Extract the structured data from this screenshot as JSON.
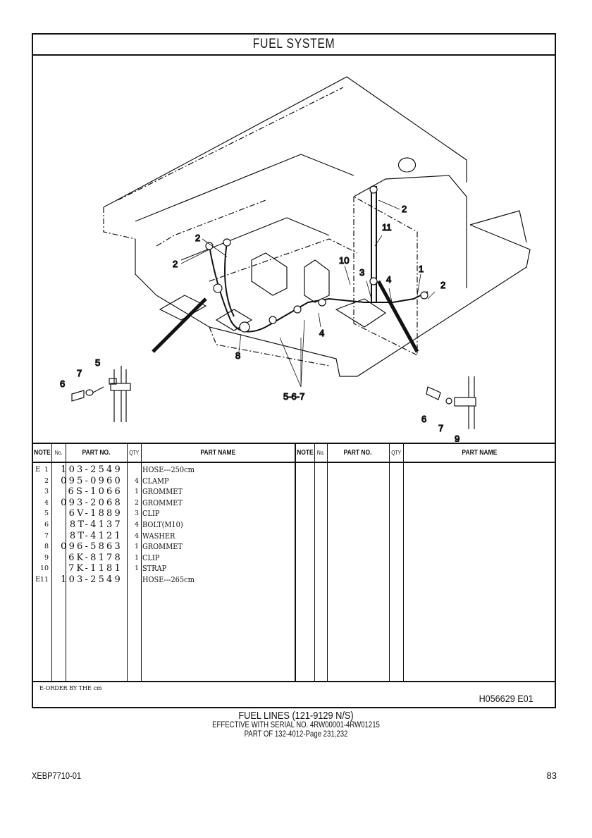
{
  "page_title": "FUEL SYSTEM",
  "diagram": {
    "callouts": [
      "2",
      "2",
      "2",
      "2",
      "11",
      "10",
      "3",
      "4",
      "1",
      "4",
      "8",
      "5-6-7",
      "5",
      "6",
      "7",
      "6",
      "7",
      "9"
    ]
  },
  "table": {
    "headers": {
      "note": "NOTE",
      "no": "No.",
      "part_no": "PART NO.",
      "qty": "QTY",
      "part_name": "PART NAME"
    },
    "rows": [
      {
        "note": "E",
        "no": "1",
        "part_no": "103-2549",
        "qty": "",
        "part_name": "HOSE---250cm"
      },
      {
        "note": "",
        "no": "2",
        "part_no": "095-0960",
        "qty": "4",
        "part_name": "CLAMP"
      },
      {
        "note": "",
        "no": "3",
        "part_no": "6S-1066",
        "qty": "1",
        "part_name": "GROMMET"
      },
      {
        "note": "",
        "no": "4",
        "part_no": "093-2068",
        "qty": "2",
        "part_name": "GROMMET"
      },
      {
        "note": "",
        "no": "5",
        "part_no": "6V-1889",
        "qty": "3",
        "part_name": "CLIP"
      },
      {
        "note": "",
        "no": "6",
        "part_no": "8T-4137",
        "qty": "4",
        "part_name": "BOLT(M10)"
      },
      {
        "note": "",
        "no": "7",
        "part_no": "8T-4121",
        "qty": "4",
        "part_name": "WASHER"
      },
      {
        "note": "",
        "no": "8",
        "part_no": "096-5863",
        "qty": "1",
        "part_name": "GROMMET"
      },
      {
        "note": "",
        "no": "9",
        "part_no": "6K-8178",
        "qty": "1",
        "part_name": "CLIP"
      },
      {
        "note": "",
        "no": "10",
        "part_no": "7K-1181",
        "qty": "1",
        "part_name": "STRAP"
      },
      {
        "note": "E",
        "no": "11",
        "part_no": "103-2549",
        "qty": "",
        "part_name": "HOSE---265cm"
      }
    ],
    "footnote": "E-ORDER BY THE cm",
    "drawing_code": "H056629  E01"
  },
  "caption": {
    "line1": "FUEL LINES (121-9129 N/S)",
    "line2": "EFFECTIVE WITH SERIAL NO. 4RW00001-4RW01215",
    "line3": "PART OF 132-4012-Page 231,232"
  },
  "footer": {
    "doc_id": "XEBP7710-01",
    "page_number": "83"
  }
}
